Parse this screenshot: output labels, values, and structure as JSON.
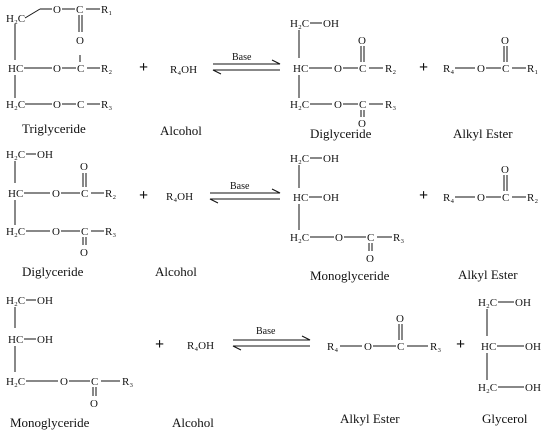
{
  "reactions": [
    {
      "reactant_caption": "Triglyceride",
      "reagent_caption": "Alcohol",
      "product_caption": "Diglyceride",
      "coproduct_caption": "Alkyl Ester",
      "catalyst": "Base"
    },
    {
      "reactant_caption": "Diglyceride",
      "reagent_caption": "Alcohol",
      "product_caption": "Monoglyceride",
      "coproduct_caption": "Alkyl Ester",
      "catalyst": "Base"
    },
    {
      "reactant_caption": "Monoglyceride",
      "reagent_caption": "Alcohol",
      "product_caption": "Alkyl Ester",
      "coproduct_caption": "Glycerol",
      "catalyst": "Base"
    }
  ],
  "atoms": {
    "H2C": "H₂C",
    "HC": "HC",
    "O": "O",
    "C": "C",
    "OH": "OH",
    "R1": "R₁",
    "R2": "R₂",
    "R3": "R₃",
    "R4": "R₄",
    "R4OH": "R₄OH"
  },
  "plus_sign": "+"
}
